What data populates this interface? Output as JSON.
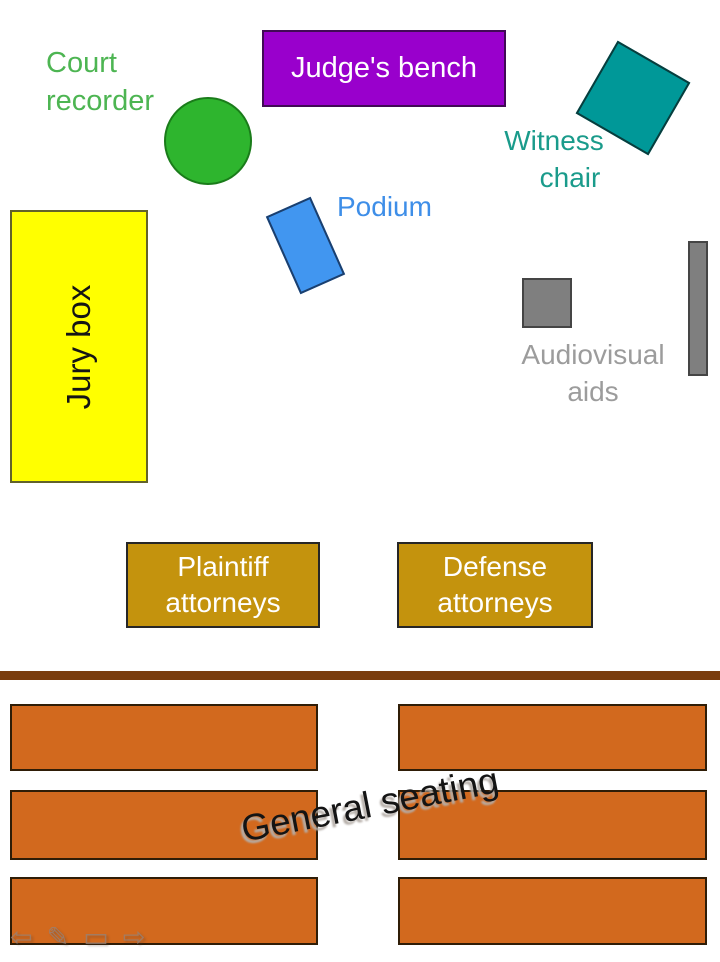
{
  "slide": {
    "background": "#FFFFFF"
  },
  "labels": {
    "court_recorder": {
      "lines": [
        "Court",
        "recorder"
      ],
      "color": "#4DB552"
    },
    "judges_bench": {
      "text": "Judge's bench",
      "color": "#FFFFFF"
    },
    "witness_chair": {
      "lines": [
        "Witness",
        "chair"
      ],
      "color": "#1A9B8B"
    },
    "podium": {
      "text": "Podium",
      "color": "#3E8EE8"
    },
    "jury_box": {
      "text": "Jury box",
      "color": "#151515"
    },
    "audiovisual": {
      "lines": [
        "Audiovisual",
        "aids"
      ],
      "color": "#9C9C9C"
    },
    "plaintiff": {
      "lines": [
        "Plaintiff",
        "attorneys"
      ],
      "color": "#FFFFFF"
    },
    "defense": {
      "lines": [
        "Defense",
        "attorneys"
      ],
      "color": "#FFFFFF"
    },
    "general_seating": {
      "text": "General seating",
      "color": "#141414"
    }
  },
  "shapes": {
    "court_recorder_seat": {
      "fill": "#2EB52E",
      "border": "#1A7C1A"
    },
    "judges_bench": {
      "fill": "#9900CC",
      "border": "#410A56"
    },
    "witness_chair": {
      "fill": "#009898",
      "border": "#083D3D",
      "rotation_deg": 30
    },
    "podium": {
      "fill": "#4196F0",
      "border": "#1B3F6E",
      "rotation_deg": -24
    },
    "jury_box": {
      "fill": "#FFFF00",
      "border": "#62622A"
    },
    "av_square": {
      "fill": "#7F7F7F",
      "border": "#454545"
    },
    "av_screen": {
      "fill": "#7F7F7F",
      "border": "#454545"
    },
    "attorney_table": {
      "fill": "#C4930D",
      "border": "#262626"
    },
    "bar_rail": {
      "fill": "#7A3D0E"
    },
    "seating_bench": {
      "fill": "#D2691E",
      "border": "#2F1D07",
      "count": 6
    }
  },
  "toolbar": {
    "icons": [
      {
        "name": "previous-slide",
        "glyph": "⇦"
      },
      {
        "name": "pen",
        "glyph": "✎"
      },
      {
        "name": "slide-menu",
        "glyph": "▭"
      },
      {
        "name": "next-slide",
        "glyph": "⇨"
      }
    ]
  }
}
